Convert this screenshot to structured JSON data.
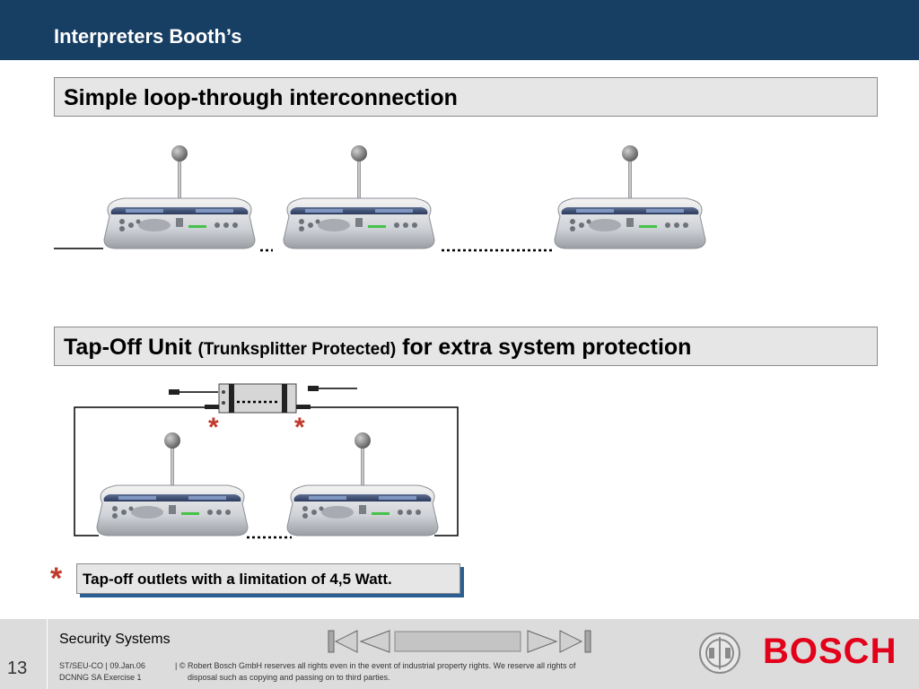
{
  "header": {
    "title": "Interpreters Booth’s"
  },
  "section1": {
    "heading": "Simple loop-through interconnection"
  },
  "section2": {
    "heading_main": "Tap-Off Unit",
    "heading_paren": "(Trunksplitter Protected)",
    "heading_rest": "for extra system protection"
  },
  "note": {
    "star": "*",
    "text": "Tap-off outlets with a limitation of 4,5 Watt."
  },
  "footer": {
    "page_number": "13",
    "brand": "Security Systems",
    "dept": "ST/SEU-CO",
    "date": "09.Jan.06",
    "project": "DCNNG SA Exercise 1",
    "copyright_1": "| © Robert Bosch GmbH reserves all rights even in the event of industrial property rights. We reserve all rights of",
    "copyright_2": "disposal such as copying and passing on to third parties.",
    "logo_text": "BOSCH"
  },
  "colors": {
    "header_bg": "#173e63",
    "accent_red": "#c0392b",
    "bosch_red": "#e2001a",
    "note_shadow": "#2b5f93"
  },
  "icons": [
    "first-slide-icon",
    "prev-slide-icon",
    "next-slide-icon",
    "last-slide-icon",
    "bosch-emblem-icon",
    "asterisk-icon"
  ]
}
